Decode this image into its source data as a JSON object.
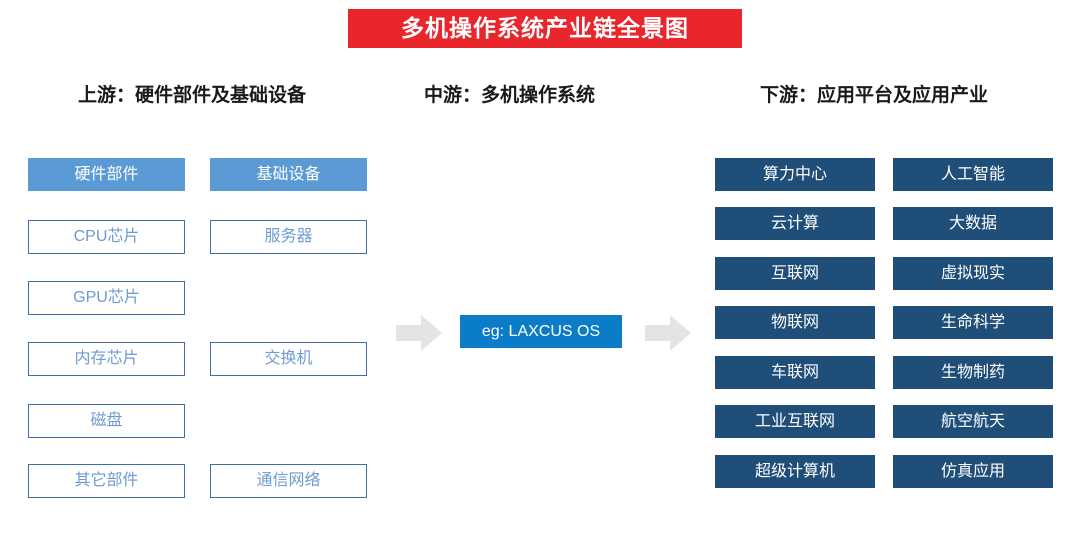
{
  "title": {
    "text": "多机操作系统产业链全景图",
    "banner_color": "#E8262C",
    "text_color": "#FFFFFF"
  },
  "sections": {
    "upstream_header": "上游：硬件部件及基础设备",
    "midstream_header": "中游：多机操作系统",
    "downstream_header": "下游：应用平台及应用产业"
  },
  "upstream": {
    "columns": [
      {
        "group": "硬件部件",
        "items": [
          "CPU芯片",
          "GPU芯片",
          "内存芯片",
          "磁盘",
          "其它部件"
        ]
      },
      {
        "group": "基础设备",
        "items": [
          "服务器",
          "",
          "交换机",
          "",
          "通信网络"
        ]
      }
    ],
    "group_color": "#5B9BD5",
    "item_border_color": "#3E6DA8",
    "item_text_color": "#6E9BD3"
  },
  "midstream": {
    "os_label": "eg: LAXCUS OS",
    "os_color": "#0A7CC8",
    "arrow_left": "arrow-right-icon",
    "arrow_right": "arrow-right-icon",
    "arrow_color": "#E4E4E4"
  },
  "downstream": {
    "columns": [
      {
        "items": [
          "算力中心",
          "云计算",
          "互联网",
          "物联网",
          "车联网",
          "工业互联网",
          "超级计算机"
        ]
      },
      {
        "items": [
          "人工智能",
          "大数据",
          "虚拟现实",
          "生命科学",
          "生物制药",
          "航空航天",
          "仿真应用"
        ]
      }
    ],
    "box_color": "#1F4E79",
    "text_color": "#FFFFFF"
  }
}
